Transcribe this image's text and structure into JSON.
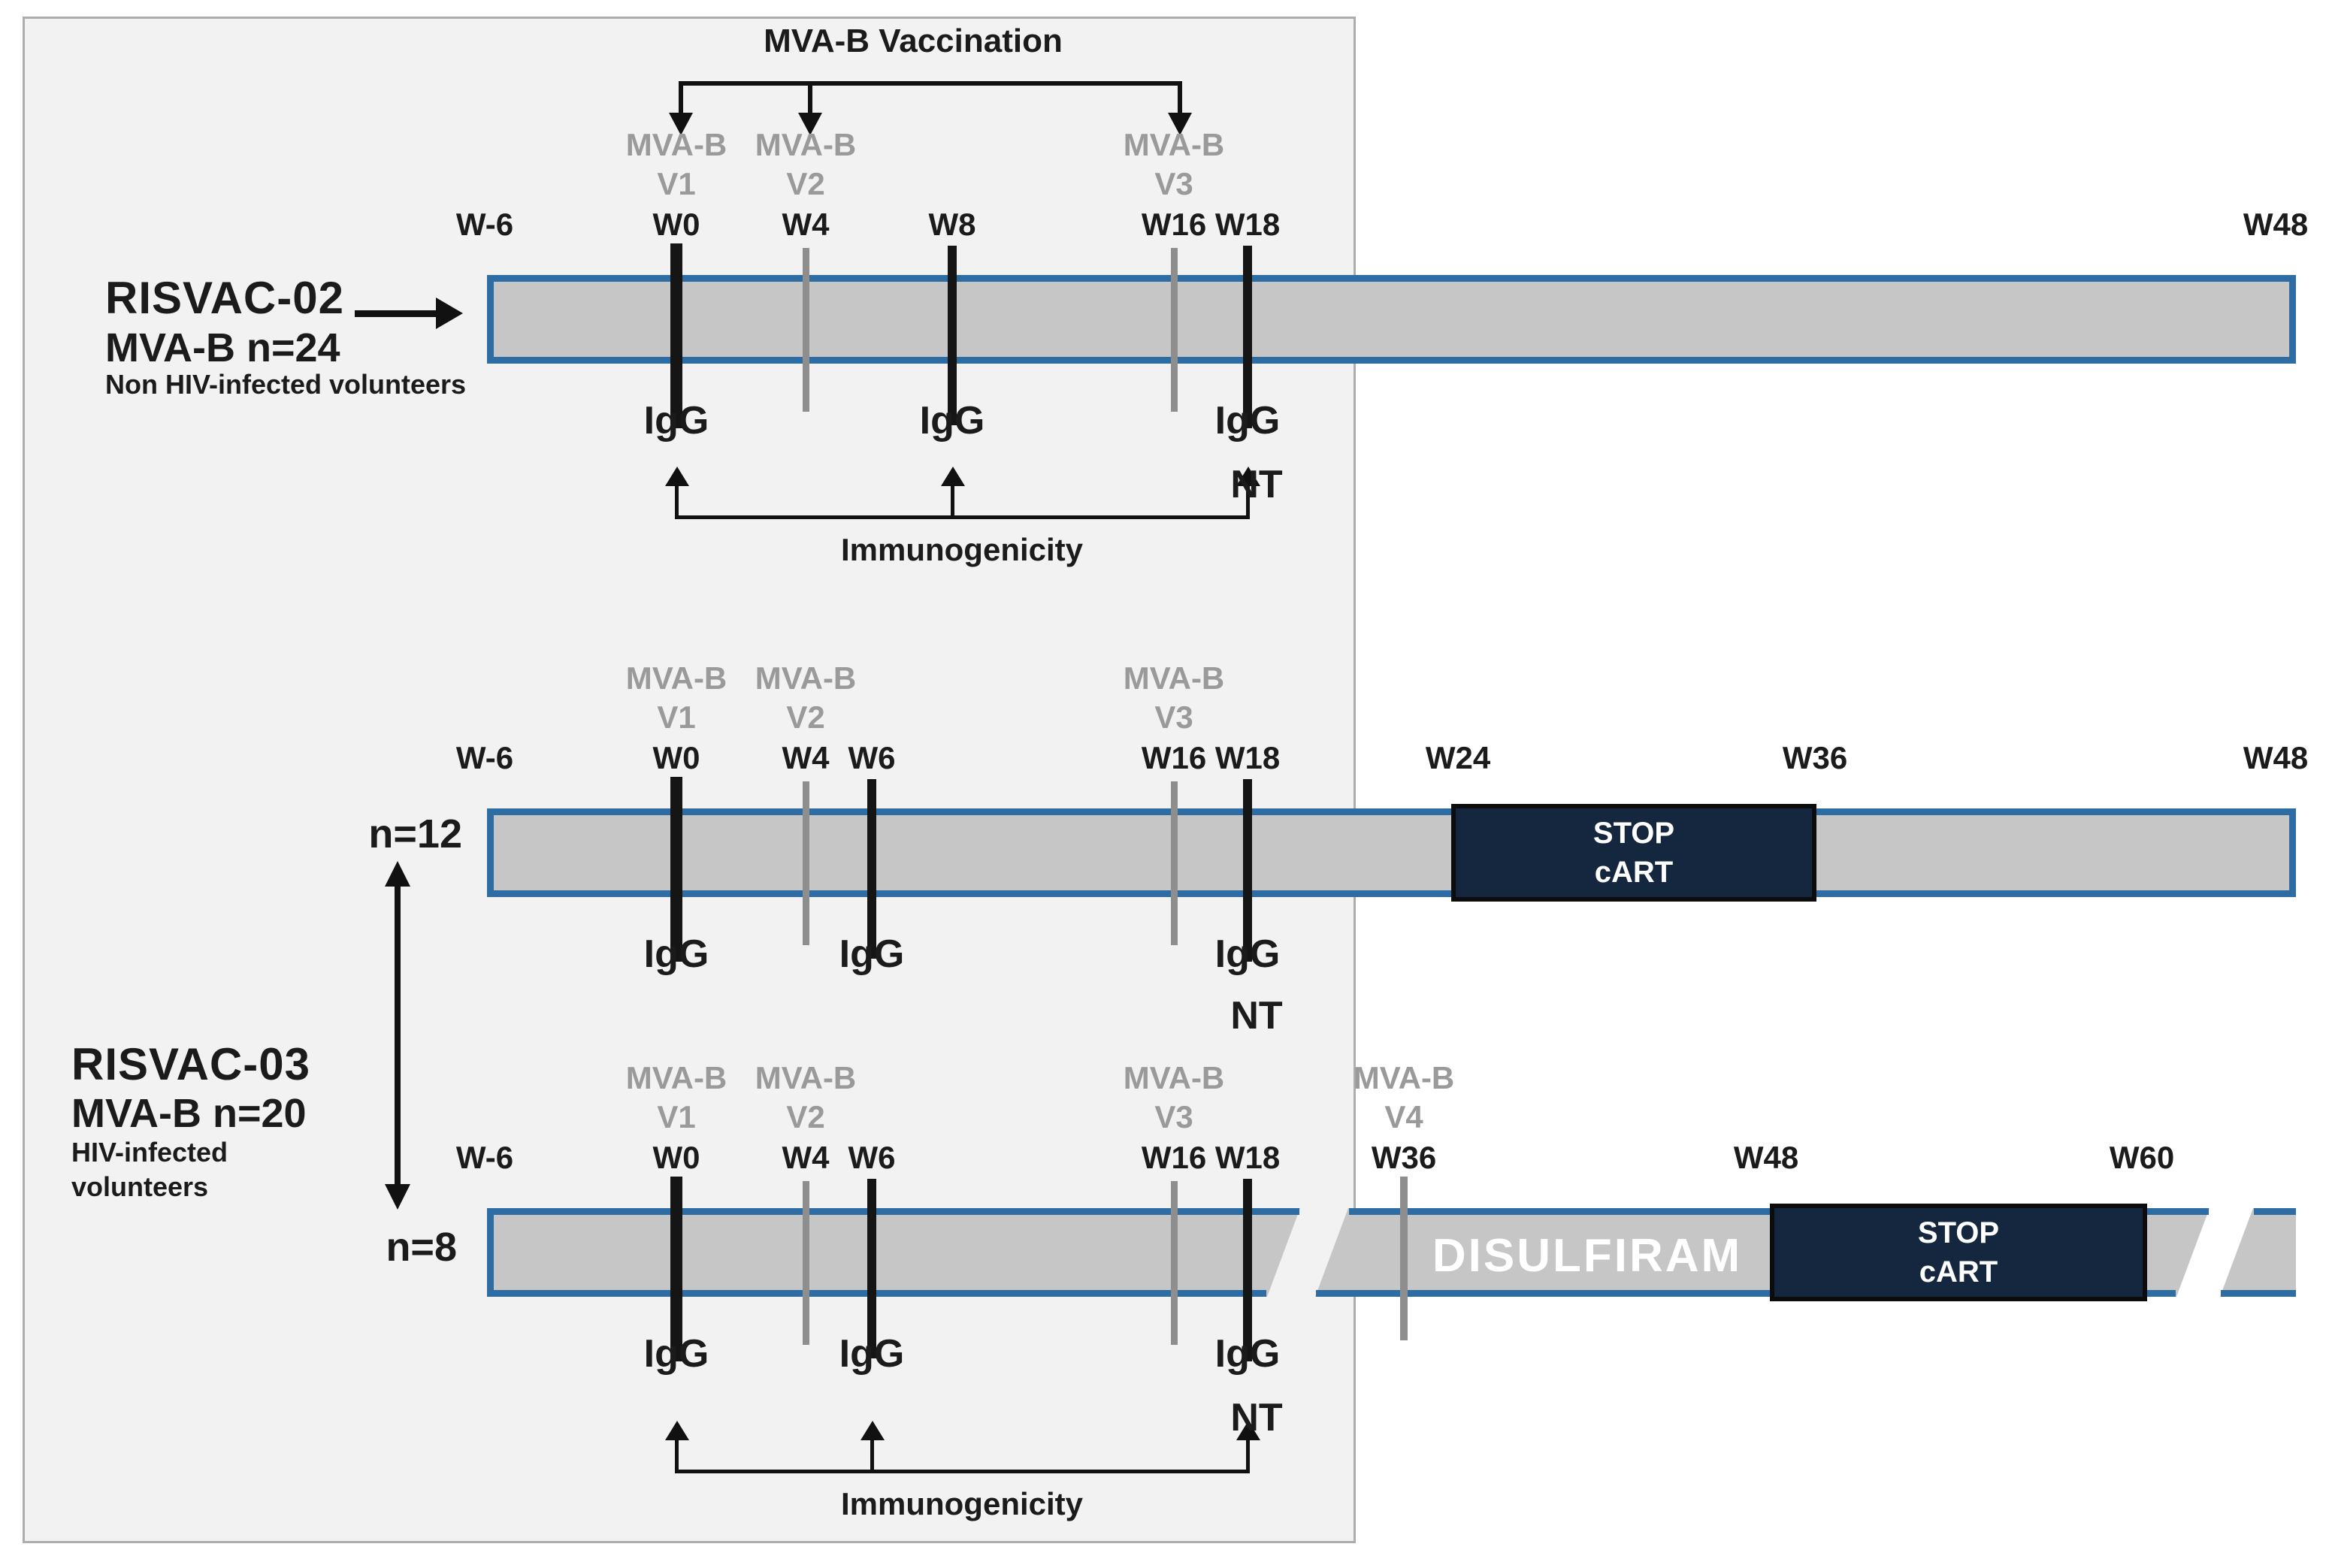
{
  "colors": {
    "panel_bg": "#f2f2f2",
    "panel_border": "#adadad",
    "bar_fill": "#c6c6c6",
    "bar_border": "#2e6da4",
    "tick_black": "#151515",
    "tick_gray": "#8e8e8e",
    "stop_box_bg": "#14273f",
    "vaccine_label_gray": "#9a9a9a",
    "text": "#1b1b1b"
  },
  "vaccination_bracket": {
    "title": "MVA-B Vaccination"
  },
  "risvac02": {
    "title": "RISVAC-02",
    "subtitle": "MVA-B n=24",
    "population": "Non HIV-infected volunteers"
  },
  "risvac03": {
    "title": "RISVAC-03",
    "subtitle": "MVA-B n=20",
    "population_line1": "HIV-infected",
    "population_line2": "volunteers",
    "group_top": "n=12",
    "group_bottom": "n=8"
  },
  "timeline1": {
    "weeks": {
      "wm6": "W-6",
      "w0": "W0",
      "w4": "W4",
      "w8": "W8",
      "w16": "W16",
      "w18": "W18",
      "w48": "W48"
    },
    "vacc": {
      "v1_name": "MVA-B",
      "v1_dose": "V1",
      "v2_name": "MVA-B",
      "v2_dose": "V2",
      "v3_name": "MVA-B",
      "v3_dose": "V3"
    },
    "samples": {
      "igg_w0": "IgG",
      "igg_w8": "IgG",
      "igg_w18": "IgG",
      "nt_w18": "NT"
    },
    "bracket_label": "Immunogenicity"
  },
  "timeline2": {
    "weeks": {
      "wm6": "W-6",
      "w0": "W0",
      "w4": "W4",
      "w6": "W6",
      "w16": "W16",
      "w18": "W18",
      "w24": "W24",
      "w36": "W36",
      "w48": "W48"
    },
    "vacc": {
      "v1_name": "MVA-B",
      "v1_dose": "V1",
      "v2_name": "MVA-B",
      "v2_dose": "V2",
      "v3_name": "MVA-B",
      "v3_dose": "V3"
    },
    "samples": {
      "igg_w0": "IgG",
      "igg_w6": "IgG",
      "igg_w18": "IgG",
      "nt_w18": "NT"
    },
    "stop_cart": {
      "line1": "STOP",
      "line2": "cART"
    }
  },
  "timeline3": {
    "weeks": {
      "wm6": "W-6",
      "w0": "W0",
      "w4": "W4",
      "w6": "W6",
      "w16": "W16",
      "w18": "W18",
      "w36": "W36",
      "w48": "W48",
      "w60": "W60"
    },
    "vacc": {
      "v1_name": "MVA-B",
      "v1_dose": "V1",
      "v2_name": "MVA-B",
      "v2_dose": "V2",
      "v3_name": "MVA-B",
      "v3_dose": "V3",
      "v4_name": "MVA-B",
      "v4_dose": "V4"
    },
    "samples": {
      "igg_w0": "IgG",
      "igg_w6": "IgG",
      "igg_w18": "IgG",
      "nt_w18": "NT"
    },
    "disulfiram": "DISULFIRAM",
    "stop_cart": {
      "line1": "STOP",
      "line2": "cART"
    },
    "bracket_label": "Immunogenicity"
  }
}
